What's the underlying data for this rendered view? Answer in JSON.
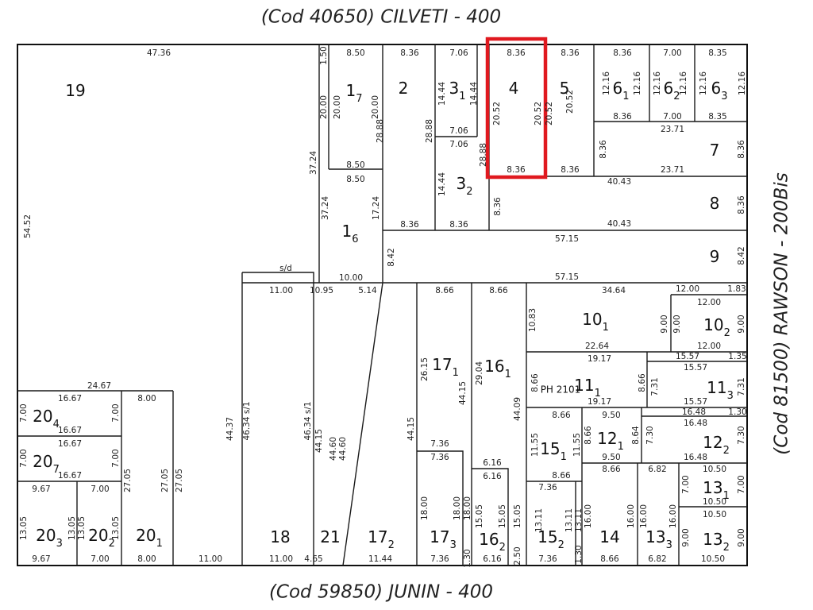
{
  "streets": {
    "top": "(Cod  40650)  CILVETI - 400",
    "bottom": "(Cod  59850)  JUNIN - 400",
    "right": "(Cod  81500)  RAWSON - 200Bis"
  },
  "highlight": {
    "parcel": "4",
    "color": "#e0191f"
  },
  "parcels": [
    {
      "n": "19",
      "sub": ""
    },
    {
      "n": "1",
      "sub": "7"
    },
    {
      "n": "2",
      "sub": ""
    },
    {
      "n": "3",
      "sub": "1"
    },
    {
      "n": "4",
      "sub": ""
    },
    {
      "n": "5",
      "sub": ""
    },
    {
      "n": "6",
      "sub": "1"
    },
    {
      "n": "6",
      "sub": "2"
    },
    {
      "n": "6",
      "sub": "3"
    },
    {
      "n": "7",
      "sub": ""
    },
    {
      "n": "8",
      "sub": ""
    },
    {
      "n": "9",
      "sub": ""
    },
    {
      "n": "1",
      "sub": "6"
    },
    {
      "n": "3",
      "sub": "2"
    },
    {
      "n": "10",
      "sub": "1"
    },
    {
      "n": "10",
      "sub": "2"
    },
    {
      "n": "11",
      "sub": "1"
    },
    {
      "n": "11",
      "sub": "3"
    },
    {
      "n": "12",
      "sub": "1"
    },
    {
      "n": "12",
      "sub": "2"
    },
    {
      "n": "15",
      "sub": "1"
    },
    {
      "n": "17",
      "sub": "1"
    },
    {
      "n": "16",
      "sub": "1"
    },
    {
      "n": "18",
      "sub": ""
    },
    {
      "n": "21",
      "sub": ""
    },
    {
      "n": "17",
      "sub": "2"
    },
    {
      "n": "17",
      "sub": "3"
    },
    {
      "n": "16",
      "sub": "2"
    },
    {
      "n": "15",
      "sub": "2"
    },
    {
      "n": "14",
      "sub": ""
    },
    {
      "n": "13",
      "sub": "3"
    },
    {
      "n": "13",
      "sub": "1"
    },
    {
      "n": "13",
      "sub": "2"
    },
    {
      "n": "20",
      "sub": "4"
    },
    {
      "n": "20",
      "sub": "7"
    },
    {
      "n": "20",
      "sub": "3"
    },
    {
      "n": "20",
      "sub": "2"
    },
    {
      "n": "20",
      "sub": "1"
    }
  ],
  "ph_label": "PH 2101",
  "dimensions": [
    "47.36",
    "8.50",
    "8.36",
    "7.06",
    "8.36",
    "8.36",
    "8.36",
    "7.00",
    "8.35",
    "1.50",
    "20.00",
    "20.00",
    "20.00",
    "8.50",
    "8.50",
    "37.24",
    "37.24",
    "17.24",
    "28.88",
    "28.88",
    "14.44",
    "14.44",
    "7.06",
    "7.06",
    "28.88",
    "14.44",
    "8.36",
    "8.36",
    "20.52",
    "20.52",
    "20.52",
    "20.52",
    "8.36",
    "8.36",
    "12.16",
    "12.16",
    "12.16",
    "12.16",
    "12.16",
    "12.16",
    "8.36",
    "7.00",
    "8.35",
    "23.71",
    "8.36",
    "8.36",
    "23.71",
    "40.43",
    "8.36",
    "8.36",
    "40.43",
    "57.15",
    "8.42",
    "8.42",
    "57.15",
    "10.00",
    "s/d",
    "54.52",
    "11.00",
    "10.95",
    "5.14",
    "8.66",
    "8.66",
    "34.64",
    "12.00",
    "1.83",
    "12.00",
    "10.83",
    "9.00",
    "9.00",
    "9.00",
    "22.64",
    "12.00",
    "19.17",
    "15.57",
    "1.35",
    "15.57",
    "8.66",
    "8.66",
    "7.31",
    "7.31",
    "19.17",
    "15.57",
    "16.48",
    "1.30",
    "16.48",
    "8.66",
    "9.50",
    "11.55",
    "11.55",
    "8.66",
    "8.64",
    "7.30",
    "7.30",
    "9.50",
    "16.48",
    "8.66",
    "8.66",
    "6.82",
    "10.50",
    "7.00",
    "7.00",
    "10.50",
    "10.50",
    "9.00",
    "9.00",
    "7.36",
    "13.11",
    "13.11",
    "13.11",
    "16.00",
    "16.00",
    "16.00",
    "16.00",
    "1.30",
    "7.36",
    "8.66",
    "6.82",
    "10.50",
    "26.15",
    "44.15",
    "29.04",
    "44.09",
    "7.36",
    "7.36",
    "6.16",
    "6.16",
    "18.00",
    "18.00",
    "18.00",
    "15.05",
    "15.05",
    "15.05",
    "2.50",
    "1.30",
    "7.36",
    "6.16",
    "44.15",
    "44.60",
    "44.60",
    "46.34  s/1",
    "44.15",
    "44.37",
    "46.34  s/1",
    "11.00",
    "4.65",
    "11.44",
    "11.00",
    "24.67",
    "16.67",
    "8.00",
    "7.00",
    "7.00",
    "16.67",
    "16.67",
    "7.00",
    "7.00",
    "16.67",
    "9.67",
    "7.00",
    "27.05",
    "27.05",
    "27.05",
    "13.05",
    "13.05",
    "13.05",
    "13.05",
    "9.67",
    "7.00",
    "8.00"
  ]
}
